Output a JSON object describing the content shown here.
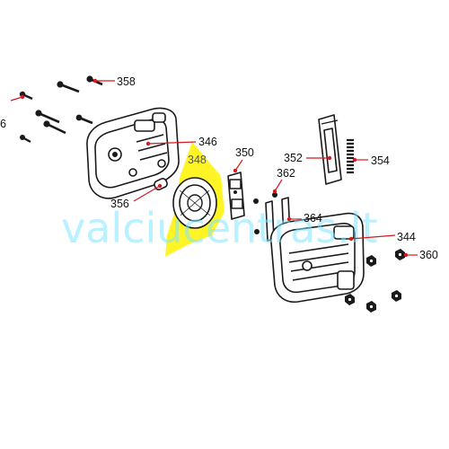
{
  "colors": {
    "leader": "#d71920",
    "dot": "#d71920",
    "highlight": "#fff200",
    "watermark": "#7fe6ff",
    "line": "#1a1a1a"
  },
  "labels": {
    "l356_left": "6",
    "l358": "358",
    "l346": "346",
    "l348": "348",
    "l350": "350",
    "l352": "352",
    "l354": "354",
    "l362": "362",
    "l356": "356",
    "l364": "364",
    "l344": "344",
    "l360": "360"
  },
  "watermark": "valciucentras.lt"
}
